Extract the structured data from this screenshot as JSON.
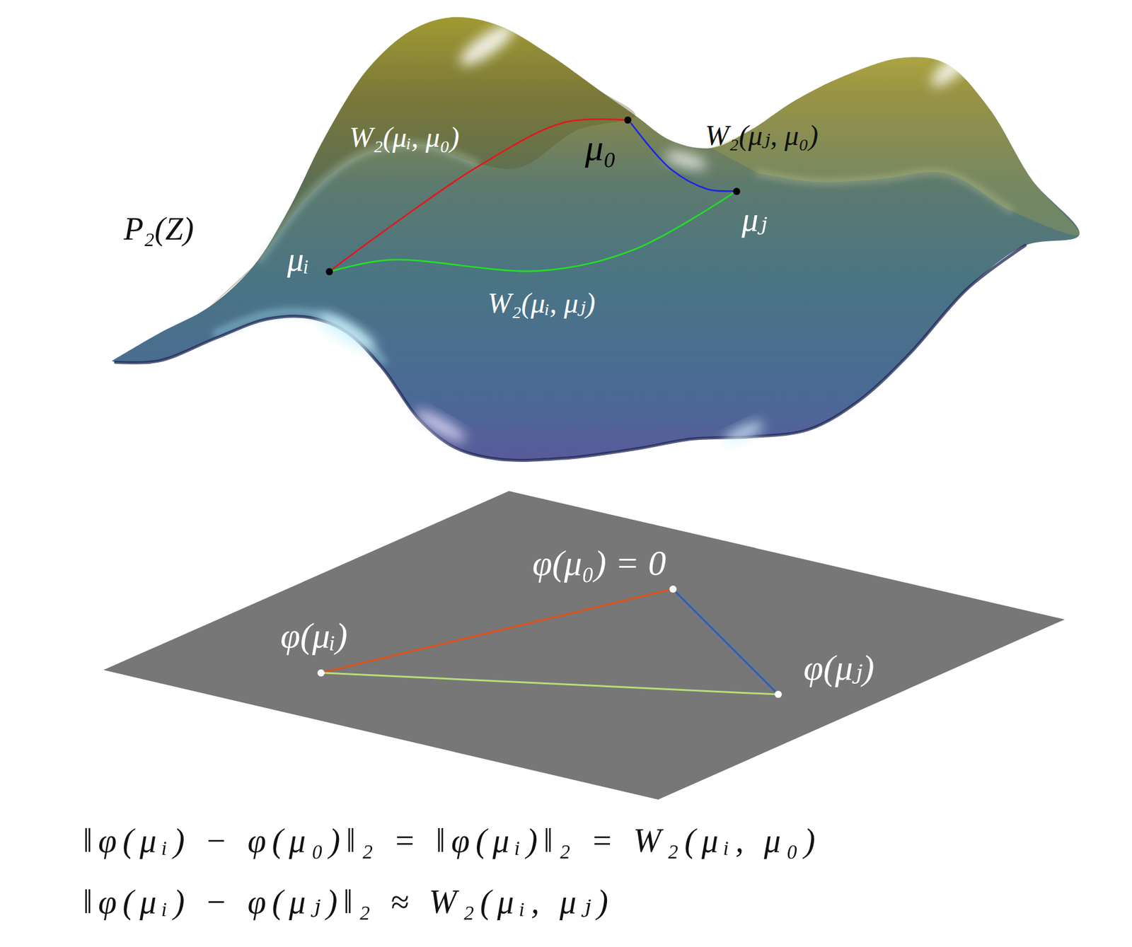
{
  "diagram": {
    "nodes": [
      {
        "text": [
          "μᵢ"
        ]
      },
      {
        "text": [
          "μ₀"
        ]
      },
      {
        "text": [
          "μⱼ"
        ]
      },
      {
        "text": [
          "φ(μᵢ)"
        ]
      },
      {
        "text": [
          "φ(μ₀) = 0"
        ]
      },
      {
        "text": [
          "φ(μⱼ)"
        ]
      }
    ],
    "edges": [
      {
        "from": 0,
        "to": 1,
        "arrow": "none",
        "label": "W₂(μᵢ, μ₀)"
      },
      {
        "from": 2,
        "to": 1,
        "arrow": "none",
        "label": "W₂(μⱼ, μ₀)"
      },
      {
        "from": 0,
        "to": 2,
        "arrow": "none",
        "label": "W₂(μᵢ, μⱼ)"
      },
      {
        "from": 3,
        "to": 4,
        "arrow": "none"
      },
      {
        "from": 5,
        "to": 4,
        "arrow": "none"
      },
      {
        "from": 3,
        "to": 5,
        "arrow": "none"
      }
    ],
    "labels": [
      "P₂(Z)",
      "‖φ(μᵢ) − φ(μ₀)‖₂ = ‖φ(μᵢ)‖₂ = W₂(μᵢ, μ₀)",
      "‖φ(μᵢ) − φ(μⱼ)‖₂ ≈ W₂(μᵢ, μⱼ)"
    ]
  }
}
